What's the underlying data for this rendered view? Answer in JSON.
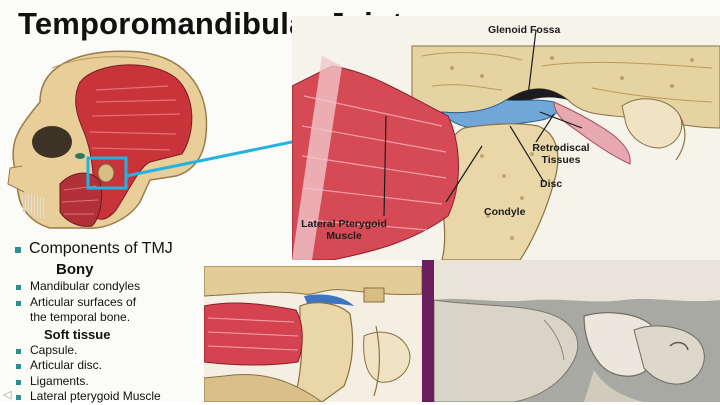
{
  "slide": {
    "title": "Temporomandibular Joint"
  },
  "diagram_labels": {
    "glenoid_fossa": "Glenoid Fossa",
    "retrodiscal": "Retrodiscal Tissues",
    "disc": "Disc",
    "condyle": "Condyle",
    "lateral_pterygoid": "Lateral Pterygoid Muscle"
  },
  "bullets": {
    "main": "Components of TMJ",
    "bony_heading": "Bony",
    "bony_items": [
      "Mandibular condyles",
      "Articular surfaces of",
      "the temporal bone."
    ],
    "soft_heading": "Soft tissue",
    "soft_items": [
      "Capsule.",
      "Articular disc.",
      "Ligaments.",
      "Lateral pterygoid Muscle"
    ]
  },
  "colors": {
    "highlight": "#22b3e0",
    "accent_bar": "#6b1f5c",
    "bullet": "#2a8f8f"
  },
  "icons": {
    "nav": "nav-arrow-icon"
  }
}
